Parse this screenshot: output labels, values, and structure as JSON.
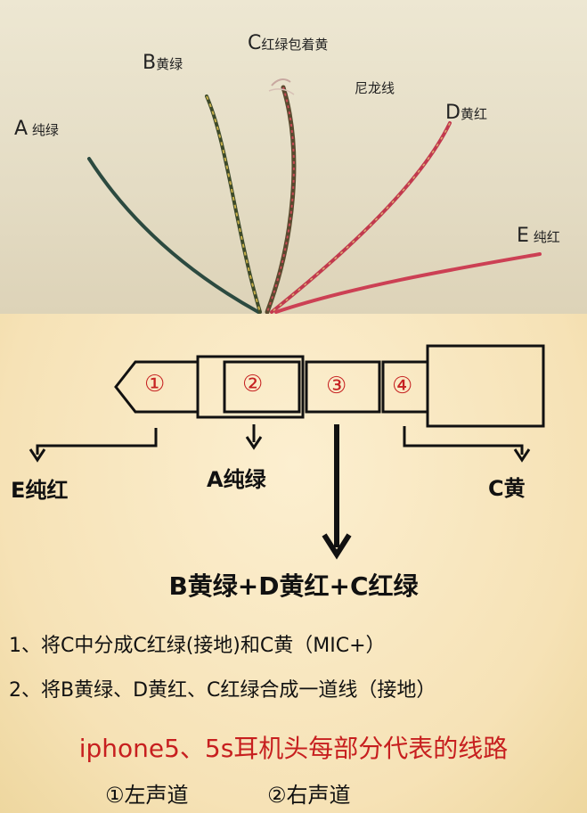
{
  "photo": {
    "labels": {
      "a_letter": "A",
      "a_text": "纯绿",
      "b_letter": "B",
      "b_text": "黄绿",
      "c_letter": "C",
      "c_text": "红绿包着黄",
      "nylon": "尼龙线",
      "d_letter": "D",
      "d_text": "黄红",
      "e_letter": "E",
      "e_text": "纯红"
    }
  },
  "plug": {
    "segments": [
      "①",
      "②",
      "③",
      "④"
    ],
    "outputs": {
      "e": "E纯红",
      "a": "A纯绿",
      "c": "C黄",
      "combined": "B黄绿+D黄红+C红绿"
    }
  },
  "notes": [
    "1、将C中分成C红绿(接地)和C黄（MIC+）",
    "2、将B黄绿、D黄红、C红绿合成一道线（接地）"
  ],
  "caption": "iphone5、5s耳机头每部分代表的线路",
  "channels": {
    "left": "①左声道",
    "right": "②右声道"
  },
  "colors": {
    "background": "#f7e5bd",
    "accent_red": "#c71f1f",
    "wire_green": "#2f4a3f",
    "wire_red": "#c23a4e"
  }
}
